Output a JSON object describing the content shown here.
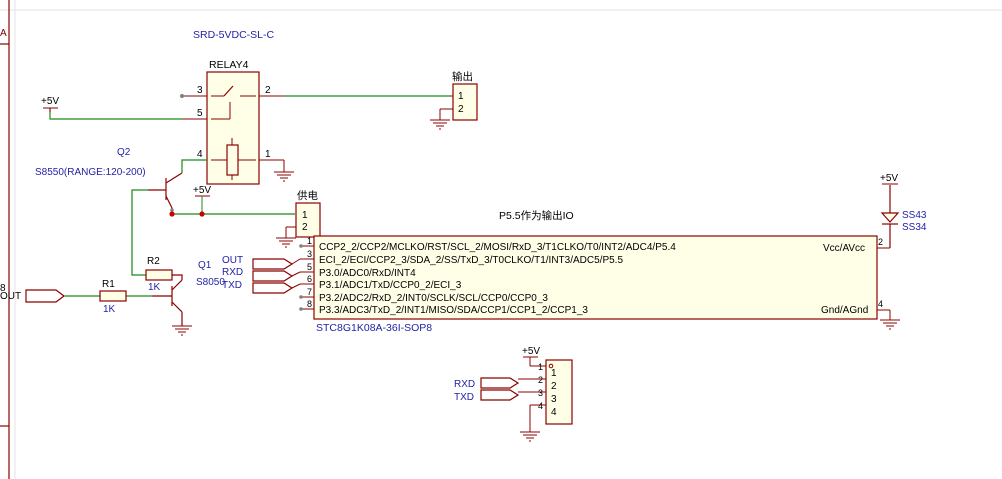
{
  "colors": {
    "wire": "#1a8a1a",
    "component": "#8b0000",
    "label_blue": "#1f1fa8",
    "text_black": "#000000",
    "pin_dot": "#808080",
    "sheet_border": "#8b0000",
    "grid": "#d9d9d9"
  },
  "frame": {
    "zone_label": "A",
    "left_net_fragment": "8"
  },
  "relay": {
    "model": "SRD-5VDC-SL-C",
    "designator": "RELAY4",
    "pins": [
      "3",
      "2",
      "5",
      "4",
      "1"
    ]
  },
  "output_connector": {
    "name": "输出",
    "pins": [
      "1",
      "2"
    ]
  },
  "power_connector": {
    "name": "供电",
    "pins": [
      "1",
      "2"
    ]
  },
  "prog_connector": {
    "pins": [
      "1",
      "2",
      "3",
      "4"
    ],
    "pin_marks": [
      "1",
      "2",
      "3",
      "4"
    ]
  },
  "transistors": {
    "q2": {
      "designator": "Q2",
      "value": "S8550(RANGE:120-200)"
    },
    "q1": {
      "designator": "Q1",
      "value": "S8050"
    }
  },
  "resistors": {
    "r1": {
      "designator": "R1",
      "value": "1K"
    },
    "r2": {
      "designator": "R2",
      "value": "1K"
    }
  },
  "power_labels": {
    "relay_vcc": "+5V",
    "q2_vcc": "+5V",
    "diode_vcc": "+5V",
    "prog_vcc": "+5V"
  },
  "diode": {
    "name1": "SS43",
    "name2": "SS34"
  },
  "net_labels": {
    "out_left": "OUT",
    "out_mcu": "OUT",
    "rxd_mcu": "RXD",
    "txd_mcu": "TXD",
    "rxd_prog": "RXD",
    "txd_prog": "TXD"
  },
  "mcu": {
    "note": "P5.5作为输出IO",
    "designator": "STC8G1K08A-36I-SOP8",
    "left_pins": [
      {
        "num": "1",
        "name": "CCP2_2/CCP2/MCLKO/RST/SCL_2/MOSI/RxD_3/T1CLKO/T0/INT2/ADC4/P5.4"
      },
      {
        "num": "3",
        "name": "ECI_2/ECI/CCP2_3/SDA_2/SS/TxD_3/T0CLKO/T1/INT3/ADC5/P5.5"
      },
      {
        "num": "5",
        "name": "P3.0/ADC0/RxD/INT4"
      },
      {
        "num": "6",
        "name": "P3.1/ADC1/TxD/CCP0_2/ECI_3"
      },
      {
        "num": "7",
        "name": "P3.2/ADC2/RxD_2/INT0/SCLK/SCL/CCP0/CCP0_3"
      },
      {
        "num": "8",
        "name": "P3.3/ADC3/TxD_2/INT1/MISO/SDA/CCP1/CCP1_2/CCP1_3"
      }
    ],
    "right_pins": [
      {
        "num": "2",
        "name": "Vcc/AVcc"
      },
      {
        "num": "4",
        "name": "Gnd/AGnd"
      }
    ]
  }
}
